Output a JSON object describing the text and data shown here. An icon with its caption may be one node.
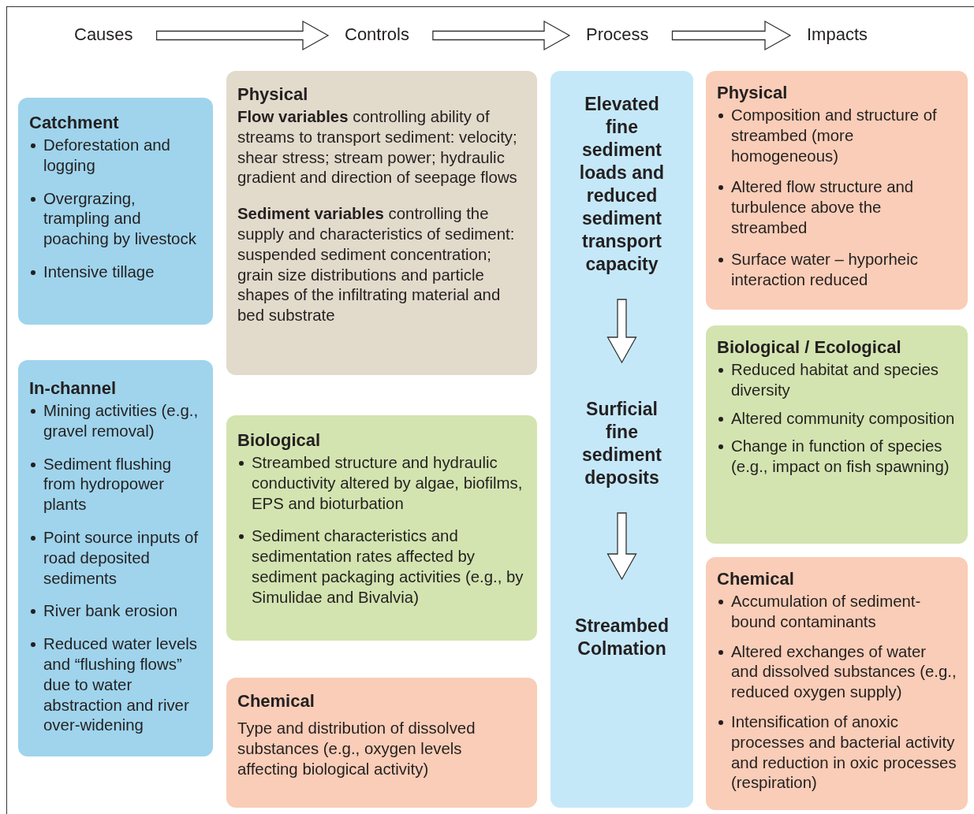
{
  "diagram": {
    "nodes": [
      {
        "text": [
          "Causes"
        ]
      },
      {
        "text": [
          "Controls"
        ]
      },
      {
        "text": [
          "Process"
        ]
      },
      {
        "text": [
          "Impacts"
        ]
      },
      {
        "text": [
          "Catchment",
          "Deforestation and logging",
          "Overgrazing, trampling and poaching by livestock",
          "Intensive tillage"
        ]
      },
      {
        "text": [
          "In-channel",
          "Mining activities (e.g., gravel removal)",
          "Sediment flushing from hydropower plants",
          "Point source inputs of road deposited sediments",
          "River bank erosion",
          "Reduced water levels and “flushing flows” due to water abstraction and river over-widening"
        ]
      },
      {
        "text": [
          "Physical",
          "**Flow variables** controlling ability of streams to transport sediment: velocity; shear stress; stream power; hydraulic gradient and direction of seepage flows",
          "**Sediment variables** controlling the supply and characteristics of sediment: suspended sediment concentration; grain size distributions and particle shapes of the infiltrating material and bed substrate"
        ]
      },
      {
        "text": [
          "Biological",
          "Streambed structure and hydraulic conductivity altered by algae, biofilms, EPS and bioturbation",
          "Sediment characteristics and sedimentation rates affected by sediment packaging activities (e.g., by Simulidae and Bivalvia)"
        ]
      },
      {
        "text": [
          "Chemical",
          "Type and distribution of dissolved substances (e.g., oxygen levels affecting biological activity)"
        ]
      },
      {
        "text": [],
        "shape": "box"
      },
      {
        "text": [
          "Elevated fine sediment loads and reduced sediment transport capacity"
        ],
        "in": 9
      },
      {
        "text": [
          "Surficial fine sediment deposits"
        ],
        "in": 9
      },
      {
        "text": [
          "Streambed Colmation"
        ],
        "in": 9
      },
      {
        "text": [
          "Physical",
          "Composition and structure of streambed (more homogeneous)",
          "Altered flow structure and turbulence above the streambed",
          "Surface water – hyporheic interaction reduced"
        ]
      },
      {
        "text": [
          "Biological / Ecological",
          "Reduced habitat and species diversity",
          "Altered community composition",
          "Change in function of species (e.g., impact on fish spawning)"
        ]
      },
      {
        "text": [
          "Chemical",
          "Accumulation of sediment-bound contaminants",
          "Altered exchanges of water and dissolved substances (e.g., reduced oxygen supply)",
          "Intensification of anoxic processes and bacterial activity and reduction in oxic processes (respiration)"
        ]
      }
    ],
    "edges": [
      {
        "from": 0,
        "to": 1,
        "arrow": "to"
      },
      {
        "from": 1,
        "to": 2,
        "arrow": "to"
      },
      {
        "from": 2,
        "to": 3,
        "arrow": "to"
      },
      {
        "from": 10,
        "to": 11,
        "arrow": "to"
      },
      {
        "from": 11,
        "to": 12,
        "arrow": "to"
      }
    ]
  }
}
